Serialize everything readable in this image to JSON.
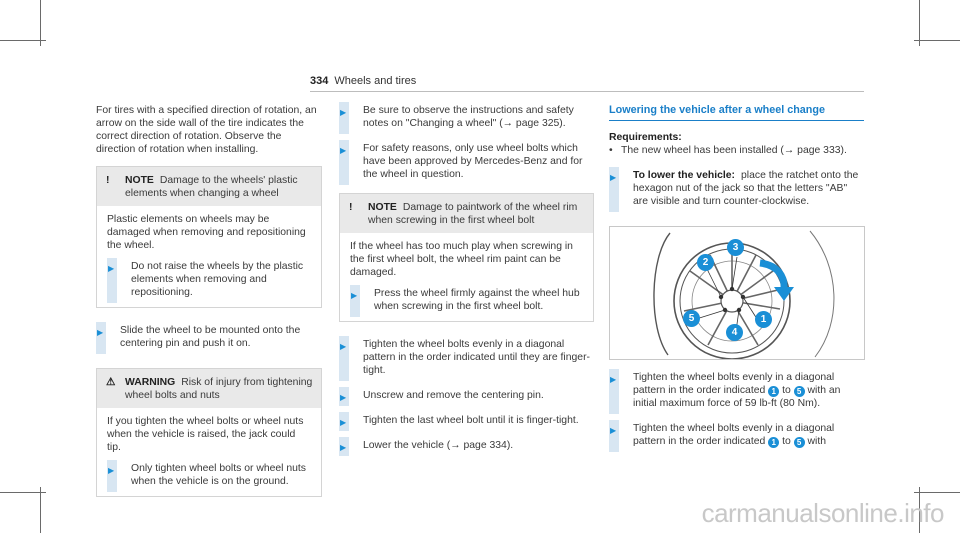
{
  "header": {
    "page_number": "334",
    "title": "Wheels and tires"
  },
  "col1": {
    "intro": "For tires with a specified direction of rotation, an arrow on the side wall of the tire indicates the correct direction of rotation. Observe the direction of rotation when installing.",
    "note1": {
      "symbol": "!",
      "label": "NOTE",
      "title": "Damage to the wheels' plastic elements when changing a wheel",
      "body": "Plastic elements on wheels may be damaged when removing and repositioning the wheel.",
      "step": "Do not raise the wheels by the plastic elements when removing and repositioning."
    },
    "step_slide": "Slide the wheel to be mounted onto the centering pin and push it on.",
    "warning": {
      "symbol": "⚠",
      "label": "WARNING",
      "title": "Risk of injury from tightening wheel bolts and nuts",
      "body": "If you tighten the wheel bolts or wheel nuts when the vehicle is raised, the jack could tip.",
      "step": "Only tighten wheel bolts or wheel nuts when the vehicle is on the ground."
    }
  },
  "col2": {
    "step1": "Be sure to observe the instructions and safety notes on \"Changing a wheel\" (→ page 325).",
    "step2": "For safety reasons, only use wheel bolts which have been approved by Mercedes-Benz and for the wheel in question.",
    "note2": {
      "symbol": "!",
      "label": "NOTE",
      "title": "Damage to paintwork of the wheel rim when screwing in the first wheel bolt",
      "body": "If the wheel has too much play when screwing in the first wheel bolt, the wheel rim paint can be damaged.",
      "step": "Press the wheel firmly against the wheel hub when screwing in the first wheel bolt."
    },
    "step3": "Tighten the wheel bolts evenly in a diagonal pattern in the order indicated until they are finger-tight.",
    "step4": "Unscrew and remove the centering pin.",
    "step5": "Tighten the last wheel bolt until it is finger-tight.",
    "step6": "Lower the vehicle (→ page 334)."
  },
  "col3": {
    "section_title": "Lowering the vehicle after a wheel change",
    "requirements_label": "Requirements:",
    "bullet_symbol": "•",
    "requirement_text": "The new wheel has been installed (→ page 333).",
    "step1_label": "To lower the vehicle:",
    "step1_text": "place the ratchet onto the hexagon nut of the jack so that the letters \"AB\" are visible and turn counter-clockwise.",
    "figure_callouts": [
      "1",
      "2",
      "3",
      "4",
      "5"
    ],
    "step2_pre": "Tighten the wheel bolts evenly in a diagonal pattern in the order indicated",
    "step2_mid": "to",
    "step2_post": "with an initial maximum force of 59 lb-ft (80 Nm).",
    "step3_pre": "Tighten the wheel bolts evenly in a diagonal pattern in the order indicated",
    "step3_mid": "to",
    "step3_post": "with"
  },
  "watermark": "carmanualsonline.info",
  "colors": {
    "accent": "#1a8fd6",
    "heading_blue": "#1a7fc8",
    "step_bar": "#d8e6f2",
    "note_header": "#e9e9e9"
  }
}
